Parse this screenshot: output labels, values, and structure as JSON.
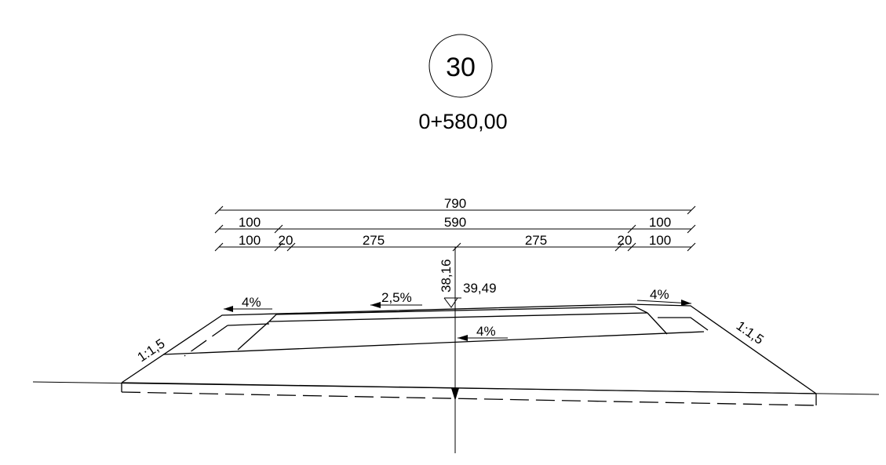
{
  "header": {
    "section_number": "30",
    "station": "0+580,00"
  },
  "dimensions": {
    "total_width": "790",
    "row2": {
      "left": "100",
      "middle": "590",
      "right": "100"
    },
    "row3": {
      "left": "100",
      "left_small": "20",
      "left_lane": "275",
      "right_lane": "275",
      "right_small": "20",
      "right": "100"
    }
  },
  "levels": {
    "vertical_value": "38,16",
    "axis_level": "39,49"
  },
  "slopes": {
    "top_left": "4%",
    "top_center": "2,5%",
    "top_right": "4%",
    "inner": "4%",
    "side_left": "1:1,5",
    "side_right": "1:1,5"
  }
}
